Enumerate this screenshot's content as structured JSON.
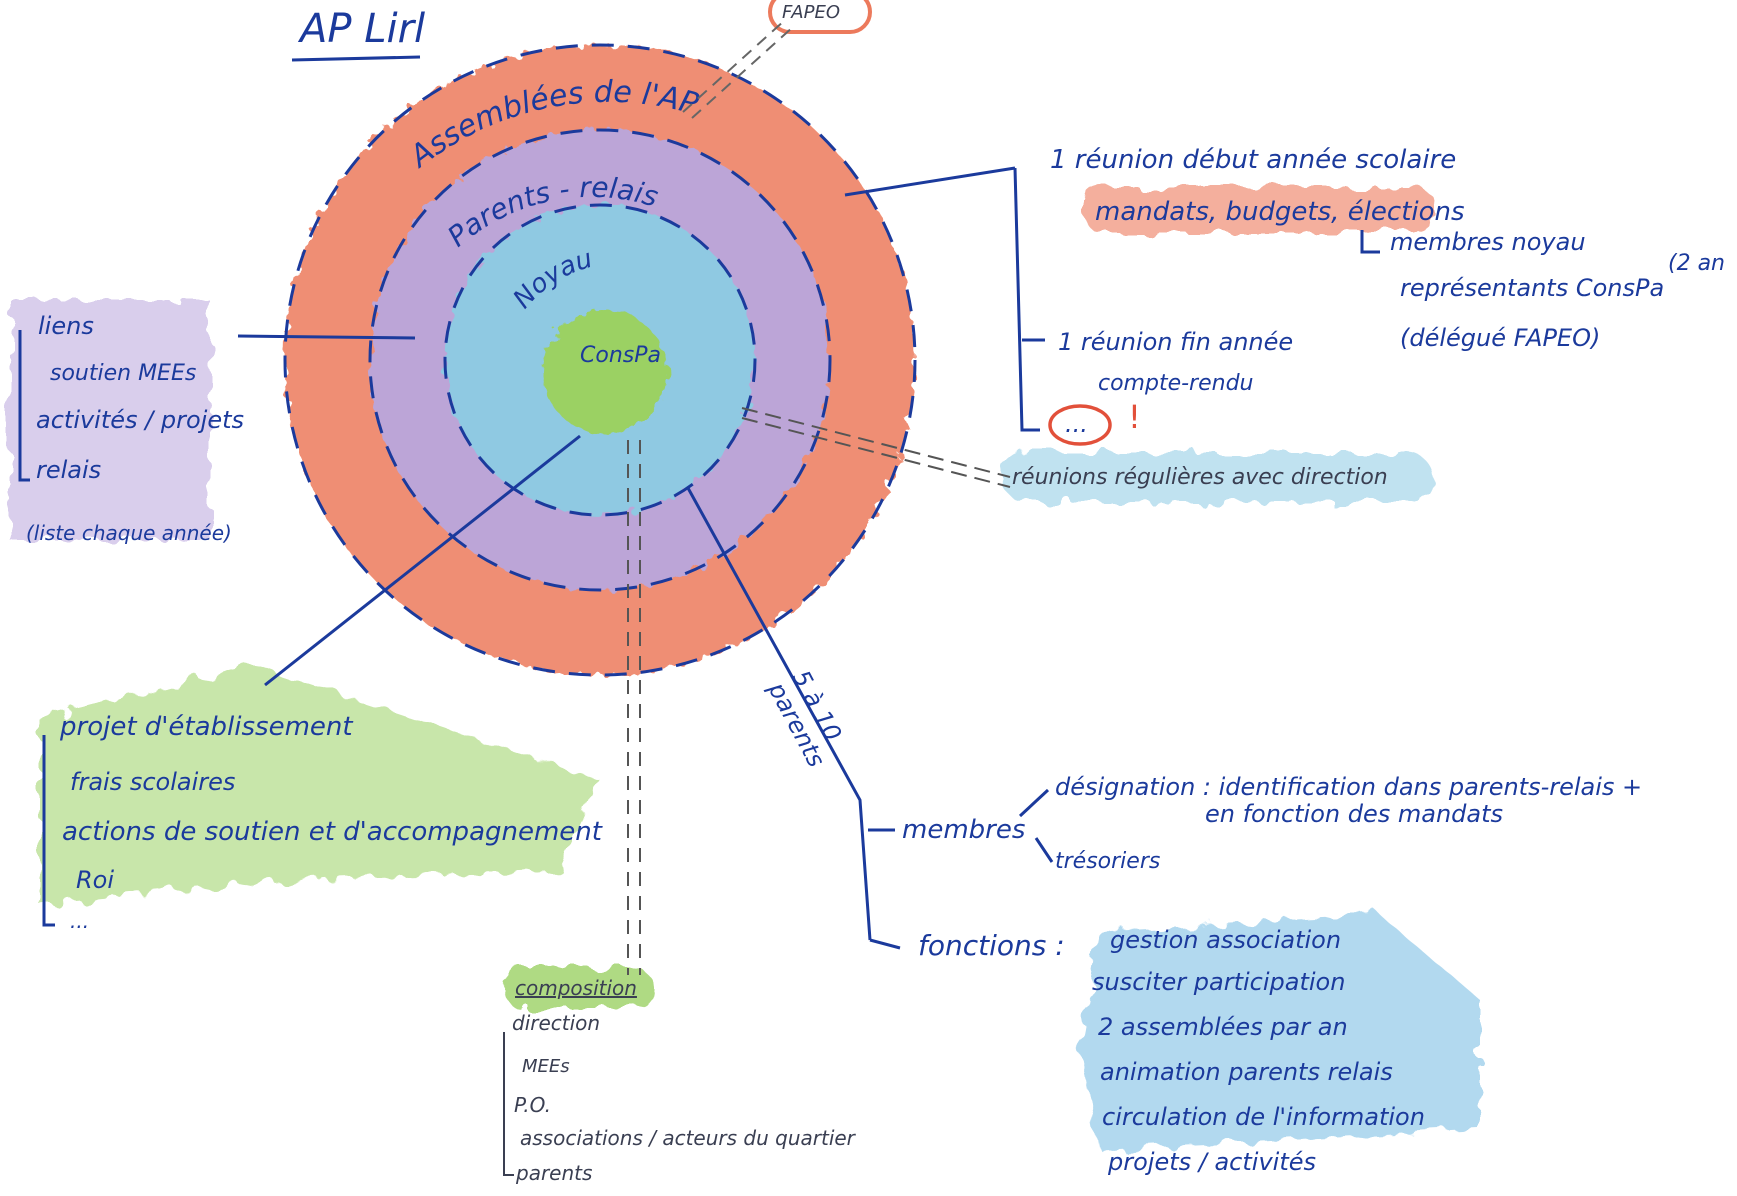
{
  "title": "AP Lirl",
  "top_tag": "FAPEO",
  "rings": {
    "outer": "Assemblées de l'AP",
    "middle": "Parents - relais",
    "inner": "Noyau",
    "center": "ConsPa"
  },
  "assemblees_notes": {
    "line1": "1 réunion début année scolaire",
    "line2": "mandats, budgets, élections",
    "sub1": "membres noyau",
    "sub2": "représentants ConsPa",
    "sub3": "(délégué FAPEO)",
    "sub_paren": "(2 an",
    "line3": "1 réunion fin année",
    "line4": "compte-rendu",
    "dots": "...",
    "excl": "!"
  },
  "direction_meetings": "réunions régulières avec direction",
  "parents_relais_list": {
    "items": [
      "liens",
      "soutien MEEs",
      "activités / projets",
      "relais"
    ],
    "note": "(liste chaque année)"
  },
  "conspa_list": {
    "items": [
      "projet d'établissement",
      "frais scolaires",
      "actions de soutien et d'accompagnement",
      "Roi",
      "..."
    ]
  },
  "noyau_branch": {
    "label_line1": "5 à 10",
    "label_line2": "parents",
    "membres": "membres",
    "designation1": "désignation : identification dans parents-relais +",
    "designation2": "en fonction des mandats",
    "tresoriers": "trésoriers",
    "fonctions": "fonctions :",
    "functions": [
      "gestion association",
      "susciter participation",
      "2 assemblées par an",
      "animation parents relais",
      "circulation de l'information",
      "projets / activités"
    ]
  },
  "composition": {
    "title": "composition",
    "items": [
      "direction",
      "MEEs",
      "P.O.",
      "associations / acteurs du quartier",
      "parents"
    ]
  },
  "colors": {
    "ink": "#1b3a9c",
    "orange": "#ec7a5c",
    "purple": "#b9a6dc",
    "teal": "#8ccbe3",
    "green": "#9bd164",
    "pencil": "#3a3f52"
  }
}
